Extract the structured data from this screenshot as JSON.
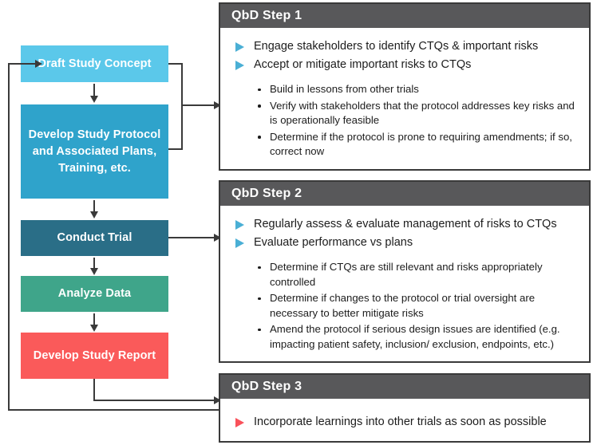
{
  "diagram": {
    "title": "Clinical trial QbD process flow",
    "colors": {
      "draft": "#5BC8EA",
      "protocol": "#2FA3CB",
      "conduct": "#2A6E87",
      "analyze": "#3FA58A",
      "report": "#FA5A5A",
      "panel_header": "#58585A",
      "bullet_blue": "#4AAFD5",
      "bullet_red": "#F9515A",
      "connector": "#3A3A3A"
    }
  },
  "flow": {
    "boxes": [
      {
        "id": "draft",
        "label": "Draft Study Concept"
      },
      {
        "id": "protocol",
        "label": "Develop Study Protocol and Associated Plans, Training, etc."
      },
      {
        "id": "conduct",
        "label": "Conduct Trial"
      },
      {
        "id": "analyze",
        "label": "Analyze Data"
      },
      {
        "id": "report",
        "label": "Develop Study Report"
      }
    ]
  },
  "panels": [
    {
      "title": "QbD Step 1",
      "primary": [
        "Engage stakeholders to identify CTQs & important risks",
        "Accept or mitigate important risks to CTQs"
      ],
      "secondary": [
        "Build in lessons from other trials",
        "Verify with stakeholders that the protocol addresses key risks and is operationally feasible",
        "Determine if the protocol is prone to requiring amendments; if so, correct now"
      ]
    },
    {
      "title": "QbD Step 2",
      "primary": [
        "Regularly assess & evaluate management of risks to CTQs",
        "Evaluate performance vs plans"
      ],
      "secondary": [
        "Determine if CTQs are still relevant and risks appropriately controlled",
        "Determine if changes to the protocol or trial oversight are necessary to better mitigate risks",
        "Amend the protocol if serious design issues are identified (e.g. impacting patient safety, inclusion/ exclusion, endpoints, etc.)"
      ]
    },
    {
      "title": "QbD Step 3",
      "primary": [
        "Incorporate learnings into other trials as soon as possible"
      ],
      "secondary": []
    }
  ]
}
